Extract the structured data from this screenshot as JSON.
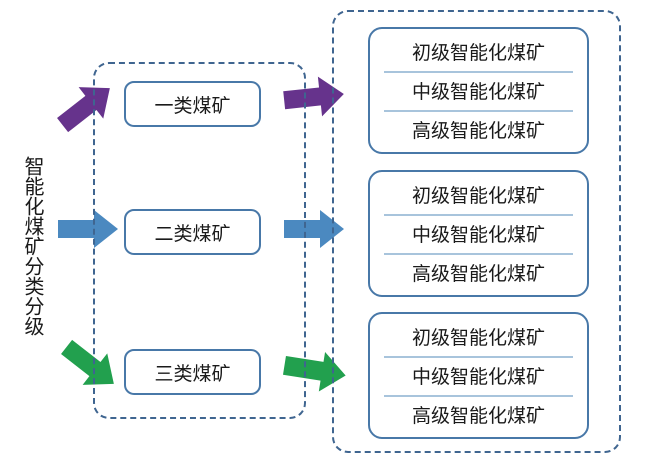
{
  "diagram": {
    "title_vertical": "智能化煤矿分类分级",
    "colors": {
      "purple_arrow": "#66338c",
      "blue_arrow": "#4b89c0",
      "green_arrow": "#22a04e",
      "box_border": "#4878a8",
      "dashed_border": "#3f6590",
      "separator": "#a8c4dc",
      "text": "#1a1a1a"
    },
    "class_group": {
      "boxes": [
        {
          "label": "一类煤矿"
        },
        {
          "label": "二类煤矿"
        },
        {
          "label": "三类煤矿"
        }
      ]
    },
    "level_group": {
      "boxes": [
        {
          "rows": [
            {
              "label": "初级智能化煤矿"
            },
            {
              "label": "中级智能化煤矿"
            },
            {
              "label": "高级智能化煤矿"
            }
          ]
        },
        {
          "rows": [
            {
              "label": "初级智能化煤矿"
            },
            {
              "label": "中级智能化煤矿"
            },
            {
              "label": "高级智能化煤矿"
            }
          ]
        },
        {
          "rows": [
            {
              "label": "初级智能化煤矿"
            },
            {
              "label": "中级智能化煤矿"
            },
            {
              "label": "高级智能化煤矿"
            }
          ]
        }
      ]
    },
    "arrows": {
      "left": [
        {
          "name": "purple-up-right",
          "color": "#66338c",
          "direction": "up-right"
        },
        {
          "name": "blue-right",
          "color": "#4b89c0",
          "direction": "right"
        },
        {
          "name": "green-down-right",
          "color": "#22a04e",
          "direction": "down-right"
        }
      ],
      "right": [
        {
          "name": "purple-right",
          "color": "#66338c",
          "direction": "right"
        },
        {
          "name": "blue-right",
          "color": "#4b89c0",
          "direction": "right"
        },
        {
          "name": "green-right",
          "color": "#22a04e",
          "direction": "right"
        }
      ]
    }
  }
}
